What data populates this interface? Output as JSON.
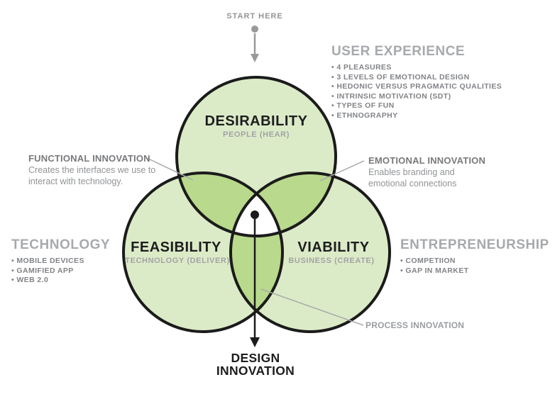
{
  "flow": {
    "start_label": "START HERE",
    "result_label": "DESIGN INNOVATION"
  },
  "venn": {
    "desirability": {
      "title": "DESIRABILITY",
      "subtitle": "PEOPLE (HEAR)"
    },
    "feasibility": {
      "title": "FEASIBILITY",
      "subtitle": "TECHNOLOGY (DELIVER)"
    },
    "viability": {
      "title": "VIABILITY",
      "subtitle": "BUSINESS (CREATE)"
    }
  },
  "sections": {
    "user_experience": {
      "title": "USER EXPERIENCE",
      "items": [
        "4 PLEASURES",
        "3 LEVELS OF EMOTIONAL DESIGN",
        "HEDONIC VERSUS PRAGMATIC QUALITIES",
        "INTRINSIC MOTIVATION (SDT)",
        "TYPES OF FUN",
        "ETHNOGRAPHY"
      ]
    },
    "technology": {
      "title": "TECHNOLOGY",
      "items": [
        "MOBILE DEVICES",
        "GAMIFIED APP",
        "WEB 2.0"
      ]
    },
    "entrepreneurship": {
      "title": "ENTREPRENEURSHIP",
      "items": [
        "COMPETIION",
        "GAP IN MARKET"
      ]
    }
  },
  "annotations": {
    "functional": {
      "title": "FUNCTIONAL INNOVATION",
      "body": "Creates the interfaces we use to interact with technology."
    },
    "emotional": {
      "title": "EMOTIONAL INNOVATION",
      "body": "Enables branding and emotional connections"
    },
    "process": {
      "title": "PROCESS INNOVATION"
    }
  },
  "colors": {
    "circle_fill": "#dcebc7",
    "overlap_fill": "#b9d98c",
    "center_fill": "#ffffff",
    "circle_stroke": "#1b1b1b",
    "black_arrow": "#1b1b1b",
    "gray_arrow": "#97999c",
    "leader_line": "#a8aaad",
    "section_title_gray": "#a7a9ac",
    "bullet_gray": "#818387",
    "annotation_title_gray": "#77797c",
    "annotation_body_gray": "#919396"
  }
}
